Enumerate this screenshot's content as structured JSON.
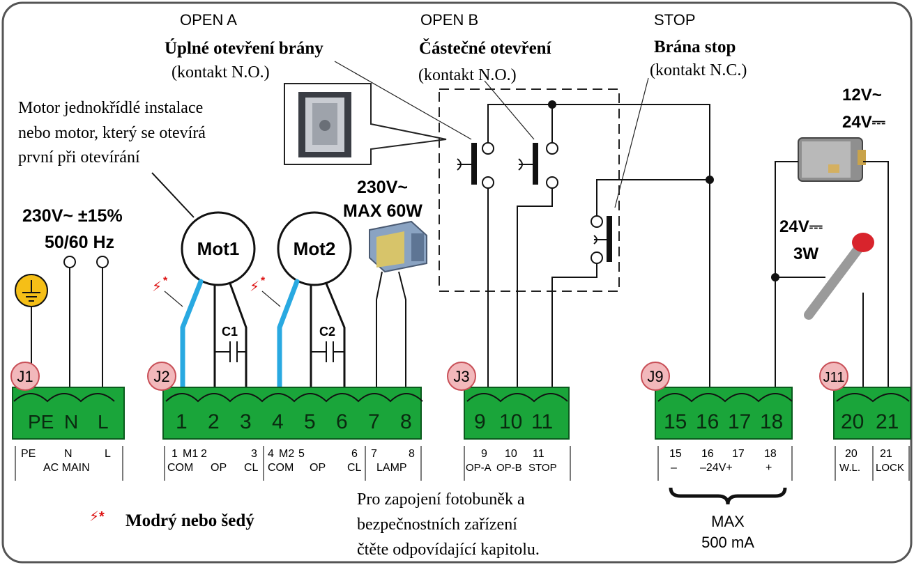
{
  "open_a": {
    "title": "OPEN A",
    "desc": "Úplné otevření brány",
    "contact": "(kontakt N.O.)"
  },
  "open_b": {
    "title": "OPEN B",
    "desc": "Částečné otevření",
    "contact": "(kontakt N.O.)"
  },
  "stop": {
    "title": "STOP",
    "desc": "Brána stop",
    "contact": "(kontakt N.C.)"
  },
  "motor_note": [
    "Motor jednokřídlé instalace",
    "nebo motor, který se otevírá",
    "první při otevírání"
  ],
  "power": {
    "voltage": "230V~ ±15%",
    "freq": "50/60 Hz"
  },
  "lamp": {
    "voltage": "230V~",
    "max": "MAX 60W"
  },
  "motors": {
    "mot1": "Mot1",
    "mot2": "Mot2",
    "c1": "C1",
    "c2": "C2"
  },
  "lock": {
    "v1": "12V~",
    "v2": "24V⎓"
  },
  "warning_light": {
    "v": "24V⎓",
    "w": "3W"
  },
  "connectors": [
    {
      "id": "J1",
      "pins": [
        "PE",
        "N",
        "L"
      ],
      "sub_top": [
        "PE",
        "N",
        "L"
      ],
      "sub_bottom": [
        "AC MAIN"
      ]
    },
    {
      "id": "J2",
      "pins": [
        "1",
        "2",
        "3",
        "4",
        "5",
        "6",
        "7",
        "8"
      ],
      "sub_top": [
        "1",
        "M1",
        "2",
        "3",
        "4",
        "M2",
        "5",
        "6",
        "7",
        "8"
      ],
      "sub_bottom": [
        "COM",
        "OP",
        "CL",
        "COM",
        "OP",
        "CL",
        "LAMP"
      ]
    },
    {
      "id": "J3",
      "pins": [
        "9",
        "10",
        "11"
      ],
      "sub_top": [
        "9",
        "10",
        "11"
      ],
      "sub_bottom": [
        "OP-A",
        "OP-B",
        "STOP"
      ]
    },
    {
      "id": "J9",
      "pins": [
        "15",
        "16",
        "17",
        "18"
      ],
      "sub_top": [
        "15",
        "16",
        "17",
        "18"
      ],
      "sub_bottom": [
        "–",
        "–24V+",
        "+"
      ]
    },
    {
      "id": "J11",
      "pins": [
        "20",
        "21"
      ],
      "sub_top": [
        "20",
        "21"
      ],
      "sub_bottom": [
        "W.L.",
        "LOCK"
      ]
    }
  ],
  "max_current": {
    "label": "MAX",
    "value": "500 mA"
  },
  "photocell_note": [
    "Pro zapojení fotobuněk a",
    "bezpečnostních zařízení",
    "čtěte odpovídající kapitolu."
  ],
  "legend": {
    "icon": "⚡*",
    "text": "Modrý nebo šedý"
  },
  "colors": {
    "terminal": "#1aa53a",
    "wire_blue": "#29a9e1",
    "label_badge": "#f2b8bb"
  }
}
